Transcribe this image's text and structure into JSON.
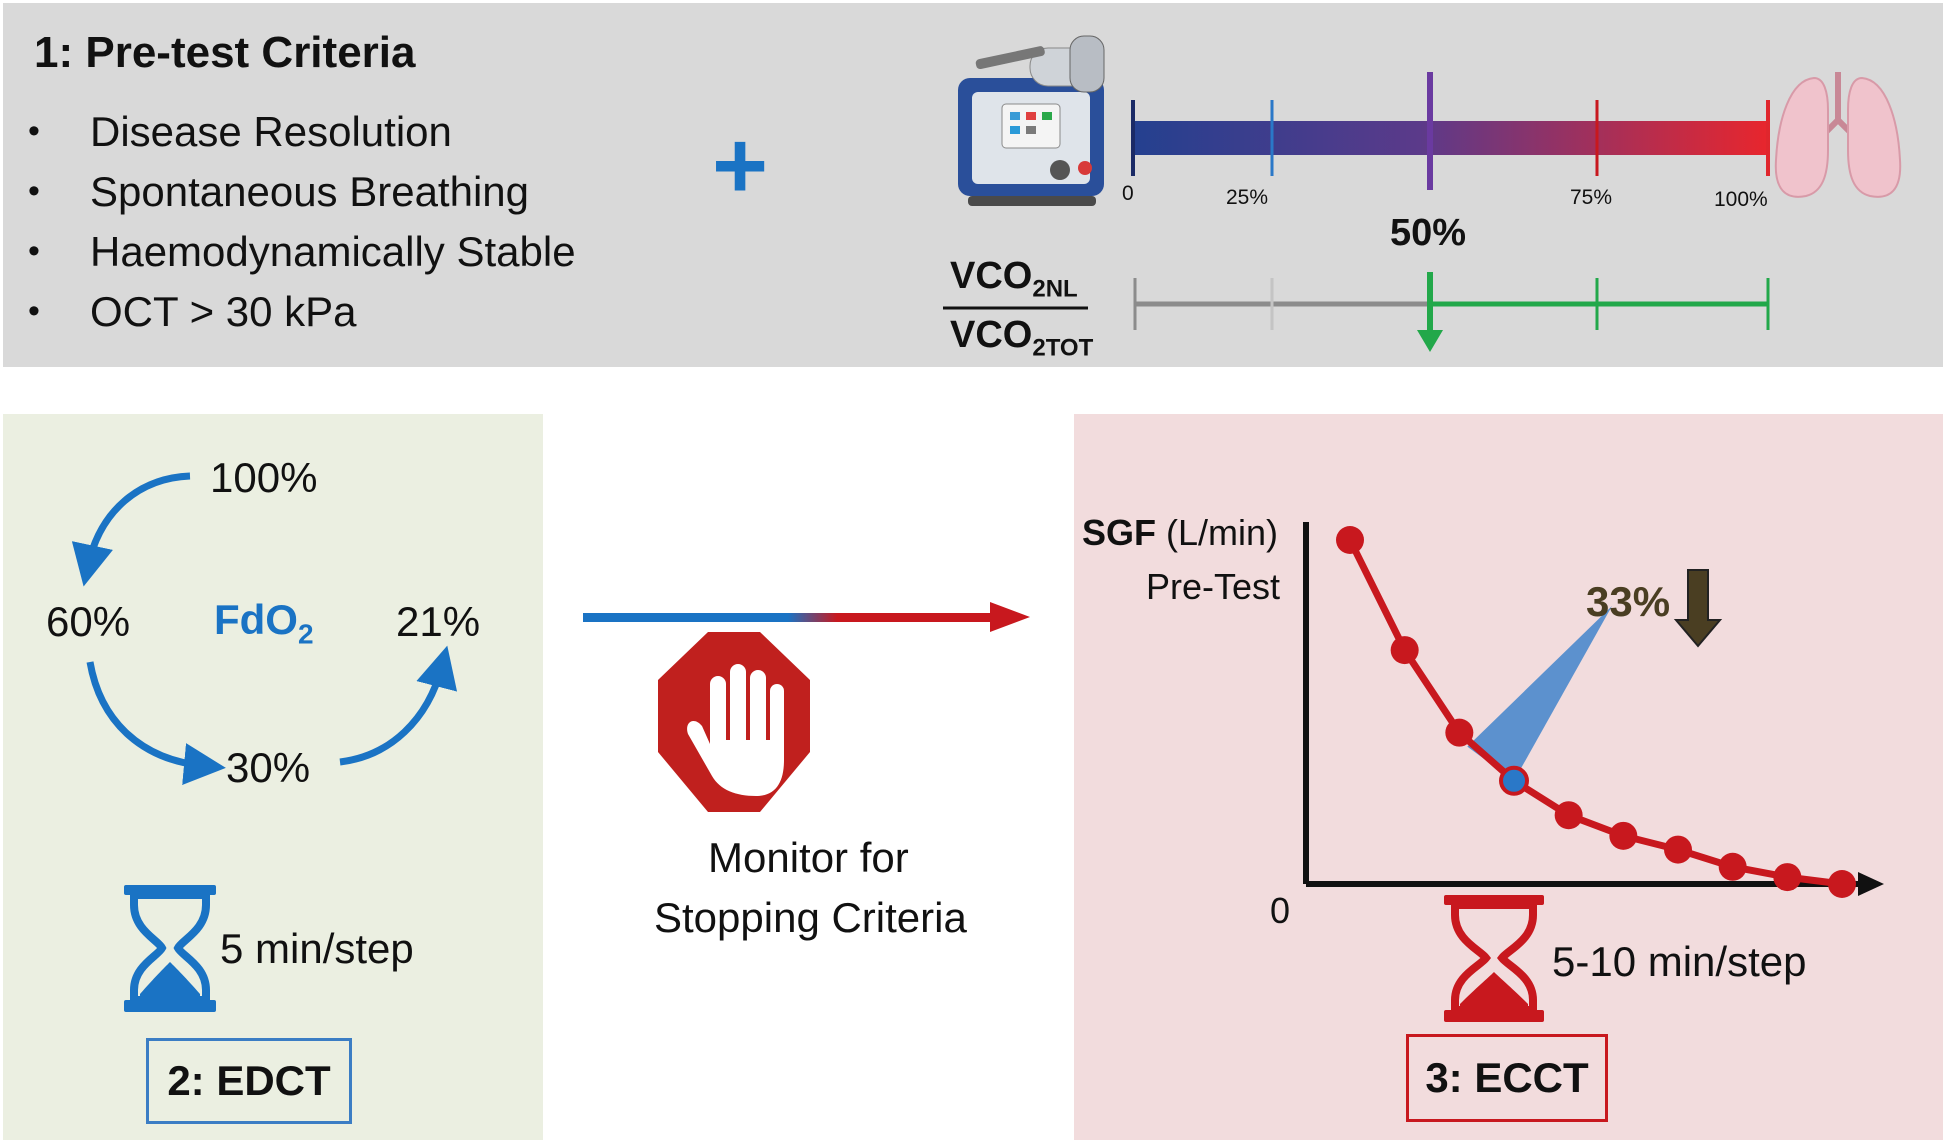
{
  "pretest": {
    "title": "1: Pre-test Criteria",
    "criteria": [
      "Disease Resolution",
      "Spontaneous Breathing",
      "Haemodynamically Stable",
      "OCT > 30 kPa"
    ],
    "bullet": "•",
    "plus": "+",
    "scale_labels": [
      "0",
      "25%",
      "75%",
      "100%"
    ],
    "scale_mid_label": "50%",
    "ratio_num_main": "VCO",
    "ratio_num_sub": "2NL",
    "ratio_den_main": "VCO",
    "ratio_den_sub": "2TOT"
  },
  "edct": {
    "fdo2_main": "FdO",
    "fdo2_sub": "2",
    "steps": [
      "100%",
      "60%",
      "30%",
      "21%"
    ],
    "duration": "5 min/step",
    "label": "2: EDCT",
    "color": "#1a73c4"
  },
  "monitor": {
    "line1": "Monitor for",
    "line2": "Stopping Criteria",
    "stop_color": "#c0201e"
  },
  "ecct": {
    "y_label_bold": "SGF",
    "y_label_unit": " (L/min)",
    "y_label_line2": "Pre-Test",
    "origin_label": "0",
    "reduction_label": "33%",
    "duration": "5-10 min/step",
    "label": "3: ECCT",
    "color": "#c8181e"
  },
  "chart_data": {
    "type": "line",
    "title": "",
    "xlabel": "",
    "ylabel": "SGF (L/min)",
    "series": [
      {
        "values": [
          100,
          68,
          44,
          30,
          20,
          14,
          10,
          5,
          2,
          0
        ]
      }
    ],
    "ylim": [
      0,
      100
    ],
    "highlighted_point_index": 3
  }
}
